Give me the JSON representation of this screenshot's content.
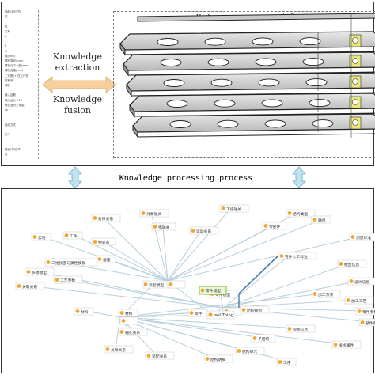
{
  "top": {
    "heterogeneous_label": "Heterogeneous model",
    "arrow_label_top": "Knowledge\nextraction",
    "arrow_label_bottom": "Knowledge\nfusion",
    "list_items": [
      "轴称(单位:节)",
      "装",
      "",
      "件",
      "名称",
      "A",
      "",
      "P",
      "Si",
      "螺(mm)",
      "螺栓直径(mm)",
      "螺栓孔中心距(mm)",
      "螺栓连接(mm)",
      "工作数(+)在工作规",
      "规格号",
      "调性",
      "",
      "输入运数",
      "输入运为 21V",
      "线性运为之电阻",
      "Lx",
      "",
      "",
      "接线方式",
      "",
      "尺寸",
      "",
      "",
      "管道(单位:节)",
      "宽"
    ]
  },
  "middle": {
    "process_label": "Knowledge processing process"
  },
  "graph": {
    "center_label": "owl:Thing",
    "selected_label": "零件模型",
    "nodes": [
      "对称关系",
      "对象轴关",
      "下级轴关",
      "结构类型",
      "指轴关",
      "运动关系",
      "零部件",
      "轴承",
      "测量标准",
      "工件",
      "物关系",
      "实物",
      "基座",
      "二维视图与属性模板",
      "工艺参数",
      "多源模型",
      "关联关系",
      "管件人工标注",
      "零件模型",
      "模型信息",
      "设计信息",
      "加工工艺",
      "零件参数",
      "部件参数",
      "装配模型",
      "结构规则",
      "零件",
      "材料",
      "加工方法",
      "结构单元",
      "视图信息",
      "接线属性",
      "轴孔关系",
      "装配关系",
      "结构明细",
      "子结构",
      "工序",
      "材料",
      "关联关系"
    ]
  }
}
